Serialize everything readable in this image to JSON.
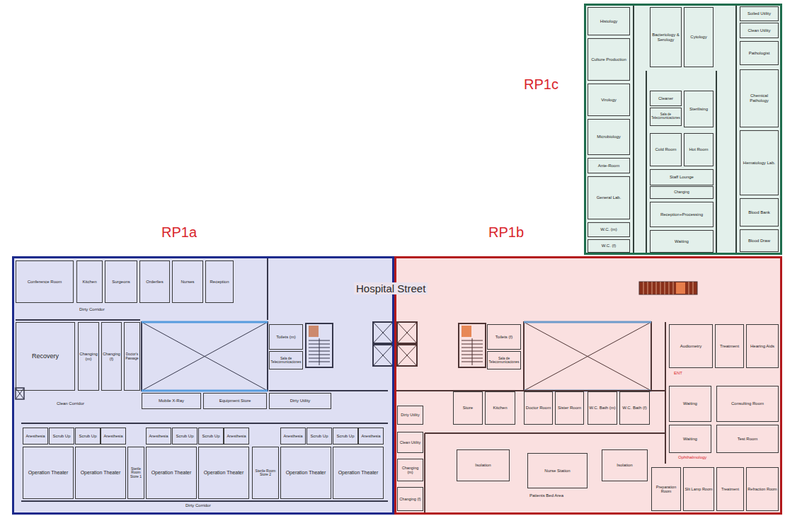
{
  "diagram": {
    "nodes": [
      {
        "text": [
          "RP1c"
        ]
      },
      {
        "text": [
          "Histology"
        ],
        "in": 0
      },
      {
        "text": [
          "Culture Production"
        ],
        "in": 0
      },
      {
        "text": [
          "Virology"
        ],
        "in": 0
      },
      {
        "text": [
          "Microbiology"
        ],
        "in": 0
      },
      {
        "text": [
          "Ante-Room"
        ],
        "in": 0
      },
      {
        "text": [
          "General Lab."
        ],
        "in": 0
      },
      {
        "text": [
          "W.C. (m)"
        ],
        "in": 0
      },
      {
        "text": [
          "W.C. (f)"
        ],
        "in": 0
      },
      {
        "text": [
          "Bacteriology & Serology"
        ],
        "in": 0
      },
      {
        "text": [
          "Cytology"
        ],
        "in": 0
      },
      {
        "text": [
          "Cleaner"
        ],
        "in": 0
      },
      {
        "text": [
          "Sala de Telecomunicaciones"
        ],
        "in": 0
      },
      {
        "text": [
          "Sterilising"
        ],
        "in": 0
      },
      {
        "text": [
          "Cold Room"
        ],
        "in": 0
      },
      {
        "text": [
          "Hot Room"
        ],
        "in": 0
      },
      {
        "text": [
          "Staff Lounge"
        ],
        "in": 0
      },
      {
        "text": [
          "Changing"
        ],
        "in": 0
      },
      {
        "text": [
          "Reception+Processing"
        ],
        "in": 0
      },
      {
        "text": [
          "Waiting"
        ],
        "in": 0
      },
      {
        "text": [
          "Soiled Utility"
        ],
        "in": 0
      },
      {
        "text": [
          "Clean Utility"
        ],
        "in": 0
      },
      {
        "text": [
          "Pathologist"
        ],
        "in": 0
      },
      {
        "text": [
          "Chemical Pathology"
        ],
        "in": 0
      },
      {
        "text": [
          "Hematology Lab."
        ],
        "in": 0
      },
      {
        "text": [
          "Blood Bank"
        ],
        "in": 0
      },
      {
        "text": [
          "Blood Draw"
        ],
        "in": 0
      },
      {
        "text": [
          "RP1a"
        ]
      },
      {
        "text": [
          "Conference Room"
        ],
        "in": 27
      },
      {
        "text": [
          "Kitchen"
        ],
        "in": 27
      },
      {
        "text": [
          "Surgeons"
        ],
        "in": 27
      },
      {
        "text": [
          "Orderlies"
        ],
        "in": 27
      },
      {
        "text": [
          "Nurses"
        ],
        "in": 27
      },
      {
        "text": [
          "Reception"
        ],
        "in": 27
      },
      {
        "text": [
          "Recovery"
        ],
        "in": 27
      },
      {
        "text": [
          "Changing (m)"
        ],
        "in": 27
      },
      {
        "text": [
          "Changing (f)"
        ],
        "in": 27
      },
      {
        "text": [
          "Doctor's Passage"
        ],
        "in": 27
      },
      {
        "text": [
          "Toilets (m)"
        ],
        "in": 27
      },
      {
        "text": [
          "Sala de Telecomunicaciones"
        ],
        "in": 27
      },
      {
        "text": [
          "Mobile X-Ray"
        ],
        "in": 27
      },
      {
        "text": [
          "Equipment Store"
        ],
        "in": 27
      },
      {
        "text": [
          "Dirty Utility"
        ],
        "in": 27
      },
      {
        "text": [
          "Anesthesia"
        ],
        "in": 27
      },
      {
        "text": [
          "Scrub Up"
        ],
        "in": 27
      },
      {
        "text": [
          "Scrub Up"
        ],
        "in": 27
      },
      {
        "text": [
          "Anesthesia"
        ],
        "in": 27
      },
      {
        "text": [
          "Anesthesia"
        ],
        "in": 27
      },
      {
        "text": [
          "Scrub Up"
        ],
        "in": 27
      },
      {
        "text": [
          "Scrub Up"
        ],
        "in": 27
      },
      {
        "text": [
          "Anesthesia"
        ],
        "in": 27
      },
      {
        "text": [
          "Anesthesia"
        ],
        "in": 27
      },
      {
        "text": [
          "Scrub Up"
        ],
        "in": 27
      },
      {
        "text": [
          "Scrub Up"
        ],
        "in": 27
      },
      {
        "text": [
          "Anesthesia"
        ],
        "in": 27
      },
      {
        "text": [
          "Operation Theater"
        ],
        "in": 27
      },
      {
        "text": [
          "Operation Theater"
        ],
        "in": 27
      },
      {
        "text": [
          "Sterile Room Store 1"
        ],
        "in": 27
      },
      {
        "text": [
          "Operation Theater"
        ],
        "in": 27
      },
      {
        "text": [
          "Operation Theater"
        ],
        "in": 27
      },
      {
        "text": [
          "Sterile Room Store 2"
        ],
        "in": 27
      },
      {
        "text": [
          "Operation Theater"
        ],
        "in": 27
      },
      {
        "text": [
          "Operation Theater"
        ],
        "in": 27
      },
      {
        "text": [
          "RP1b"
        ]
      },
      {
        "text": [
          "Toilets (f)"
        ],
        "in": 63
      },
      {
        "text": [
          "Sala de Telecomunicaciones"
        ],
        "in": 63
      },
      {
        "text": [
          "Audiometry"
        ],
        "in": 63
      },
      {
        "text": [
          "Treatment"
        ],
        "in": 63
      },
      {
        "text": [
          "Hearing Aids"
        ],
        "in": 63
      },
      {
        "text": [
          "Dirty Utility"
        ],
        "in": 63
      },
      {
        "text": [
          "Store"
        ],
        "in": 63
      },
      {
        "text": [
          "Kitchen"
        ],
        "in": 63
      },
      {
        "text": [
          "Doctor Room"
        ],
        "in": 63
      },
      {
        "text": [
          "Sister Room"
        ],
        "in": 63
      },
      {
        "text": [
          "W.C. Bath (m)"
        ],
        "in": 63
      },
      {
        "text": [
          "W.C. Bath (f)"
        ],
        "in": 63
      },
      {
        "text": [
          "Waiting"
        ],
        "in": 63
      },
      {
        "text": [
          "Consulting Room"
        ],
        "in": 63
      },
      {
        "text": [
          "Clean Utility"
        ],
        "in": 63
      },
      {
        "text": [
          "Waiting"
        ],
        "in": 63
      },
      {
        "text": [
          "Test Room"
        ],
        "in": 63
      },
      {
        "text": [
          "Changing (m)"
        ],
        "in": 63
      },
      {
        "text": [
          "Isolation"
        ],
        "in": 63
      },
      {
        "text": [
          "Nurse Station"
        ],
        "in": 63
      },
      {
        "text": [
          "Isolation"
        ],
        "in": 63
      },
      {
        "text": [
          "Changing (f)"
        ],
        "in": 63
      },
      {
        "text": [
          "Preparation Room"
        ],
        "in": 63
      },
      {
        "text": [
          "Slit Lamp Room"
        ],
        "in": 63
      },
      {
        "text": [
          "Treatment"
        ],
        "in": 63
      },
      {
        "text": [
          "Refraction Room"
        ],
        "in": 63
      }
    ],
    "labels": [
      "Hospital Street",
      "Dirty Corridor",
      "Clean Corridor",
      "Dirty Corridor",
      "ENT",
      "Ophthalmology",
      "Patients Bed Area"
    ]
  }
}
